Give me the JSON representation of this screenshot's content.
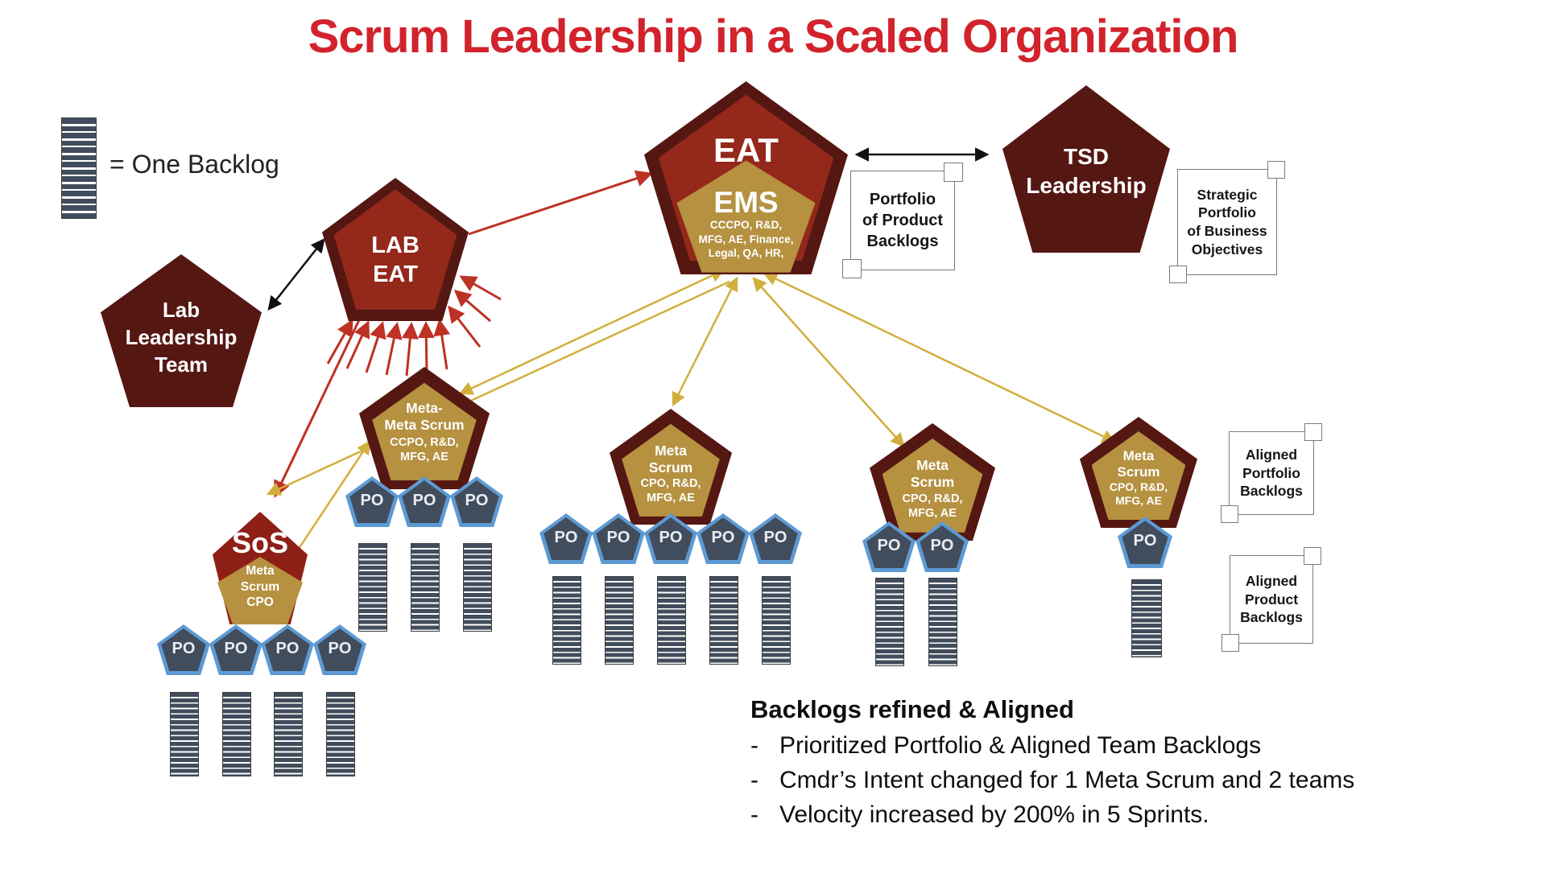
{
  "title": "Scrum Leadership in a Scaled Organization",
  "legend": {
    "label": "= One Backlog"
  },
  "po_label": "PO",
  "nodes": {
    "eat": {
      "label": "EAT",
      "inner": "EMS",
      "departments": "CCCPO, R&D,\nMFG, AE, Finance,\nLegal, QA, HR,"
    },
    "tsd": {
      "label": "TSD\nLeadership"
    },
    "lab_leadership": {
      "label": "Lab\nLeadership\nTeam"
    },
    "lab_eat": {
      "label": "LAB\nEAT"
    },
    "sos": {
      "label": "SoS",
      "inner": "Meta\nScrum\nCPO",
      "po_count": 4
    },
    "meta_meta": {
      "label": "Meta-\nMeta Scrum",
      "departments": "CCPO, R&D,\nMFG, AE",
      "po_count": 3
    },
    "meta_center": {
      "label": "Meta\nScrum",
      "departments": "CPO, R&D,\nMFG, AE",
      "po_count": 5
    },
    "meta_right": {
      "label": "Meta\nScrum",
      "departments": "CPO, R&D,\nMFG, AE",
      "po_count": 2
    },
    "meta_far_right": {
      "label": "Meta\nScrum",
      "departments": "CPO, R&D,\nMFG, AE",
      "po_count": 1
    }
  },
  "notes": {
    "portfolio_product": "Portfolio\nof Product\nBacklogs",
    "strategic_portfolio": "Strategic\nPortfolio\nof Business\nObjectives",
    "aligned_portfolio": "Aligned\nPortfolio\nBacklogs",
    "aligned_product": "Aligned\nProduct\nBacklogs"
  },
  "summary": {
    "heading": "Backlogs refined & Aligned",
    "bullet_marker": "-",
    "bullets": [
      "Prioritized Portfolio & Aligned Team Backlogs",
      "Cmdr’s Intent changed for 1 Meta Scrum and 2 teams",
      "Velocity increased by 200% in 5 Sprints."
    ]
  },
  "colors": {
    "title_red": "#D2232C",
    "maroon_dark": "#551712",
    "red_mid": "#93281B",
    "sos_red": "#8E1F16",
    "gold": "#B59140",
    "po_slate": "#414C5C",
    "po_border": "#5D9AD3",
    "arrow_red": "#BE3125",
    "arrow_yellow": "#D1AF3C",
    "arrow_black": "#111111",
    "ink": "#1A1A1A"
  }
}
